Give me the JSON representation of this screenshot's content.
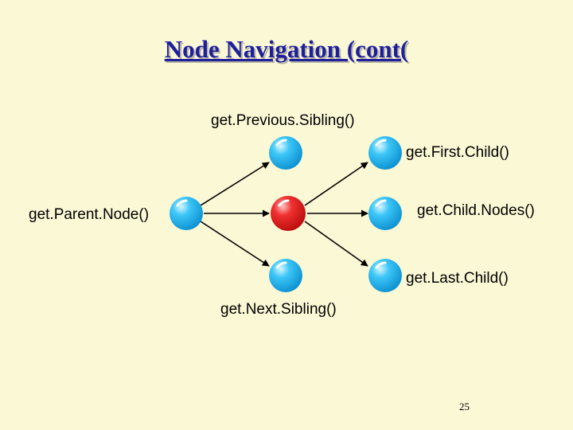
{
  "title": "Node Navigation (cont(",
  "labels": {
    "previous_sibling": "get.Previous.Sibling()",
    "first_child": "get.First.Child()",
    "parent_node": "get.Parent.Node()",
    "child_nodes": "get.Child.Nodes()",
    "last_child": "get.Last.Child()",
    "next_sibling": "get.Next.Sibling()"
  },
  "page_number": "25",
  "colors": {
    "background": "#fbf8d6",
    "title": "#1f1f9e",
    "node_blue": "#1fb4ef",
    "node_red": "#e61e1e"
  }
}
